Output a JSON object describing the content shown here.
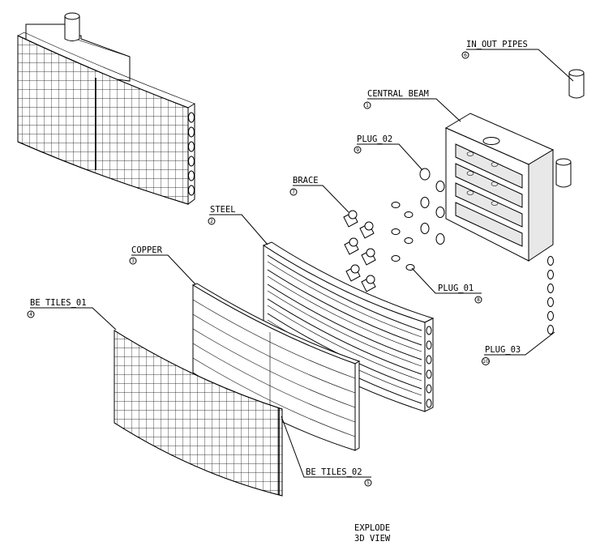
{
  "title": {
    "line1": "EXPLODE",
    "line2": "3D VIEW"
  },
  "callouts": [
    {
      "key": "central_beam",
      "label": "CENTRAL BEAM",
      "number": "1"
    },
    {
      "key": "steel",
      "label": "STEEL",
      "number": "2"
    },
    {
      "key": "copper",
      "label": "COPPER",
      "number": "3"
    },
    {
      "key": "be_tiles_01",
      "label": "BE TILES_01",
      "number": "4"
    },
    {
      "key": "be_tiles_02",
      "label": "BE TILES_02",
      "number": "5"
    },
    {
      "key": "in_out_pipes",
      "label": "IN_OUT PIPES",
      "number": "6"
    },
    {
      "key": "brace",
      "label": "BRACE",
      "number": "7"
    },
    {
      "key": "plug_01",
      "label": "PLUG_01",
      "number": "8"
    },
    {
      "key": "plug_02",
      "label": "PLUG_02",
      "number": "9"
    },
    {
      "key": "plug_03",
      "label": "PLUG_03",
      "number": "10"
    }
  ]
}
